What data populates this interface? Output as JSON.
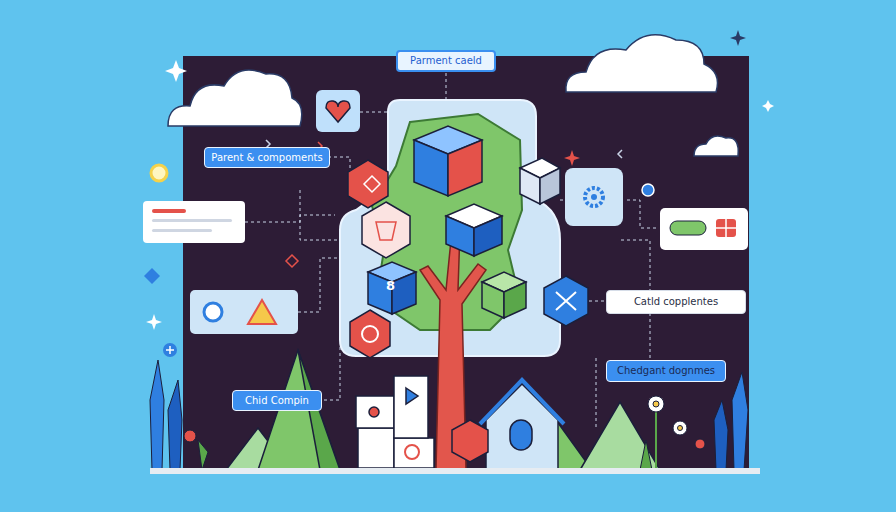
{
  "diagram": {
    "nodes": [
      {
        "text": [
          "Parment caeld"
        ]
      },
      {
        "text": [
          "Parent & compoments"
        ]
      },
      {
        "text": [
          "Chid Compin"
        ]
      },
      {
        "text": [
          "Catld copplentes"
        ]
      },
      {
        "text": [
          "Chedgant dognmes"
        ]
      }
    ],
    "labels": [
      "8"
    ]
  }
}
